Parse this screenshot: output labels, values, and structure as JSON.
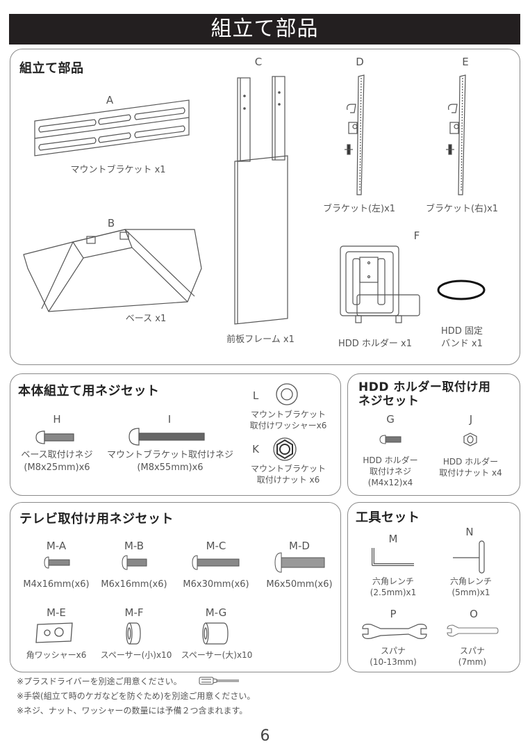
{
  "page": {
    "title": "組立て部品",
    "page_number": "6"
  },
  "parts_panel": {
    "title": "組立て部品",
    "items": [
      {
        "letter": "A",
        "label": "マウントブラケット x1",
        "icon": "mount-bracket-icon"
      },
      {
        "letter": "B",
        "label": "ベース x1",
        "icon": "base-icon"
      },
      {
        "letter": "C",
        "label": "前板フレーム x1",
        "icon": "front-frame-icon"
      },
      {
        "letter": "D",
        "label": "ブラケット(左)x1",
        "icon": "left-bracket-icon"
      },
      {
        "letter": "E",
        "label": "ブラケット(右)x1",
        "icon": "right-bracket-icon"
      },
      {
        "letter": "F",
        "label": "HDD ホルダー x1",
        "icon": "hdd-holder-icon"
      },
      {
        "letter": "",
        "label_line1": "HDD 固定",
        "label_line2": "バンド x1",
        "icon": "hdd-band-icon"
      }
    ]
  },
  "body_screws_panel": {
    "title": "本体組立て用ネジセット",
    "items": [
      {
        "letter": "H",
        "label_line1": "ベース取付けネジ",
        "label_line2": "(M8x25mm)x6",
        "icon": "screw-icon"
      },
      {
        "letter": "I",
        "label_line1": "マウントブラケット取付けネジ",
        "label_line2": "(M8x55mm)x6",
        "icon": "long-screw-icon"
      },
      {
        "letter": "L",
        "label_line1": "マウントブラケット",
        "label_line2": "取付けワッシャーx6",
        "icon": "washer-icon"
      },
      {
        "letter": "K",
        "label_line1": "マウントブラケット",
        "label_line2": "取付けナット x6",
        "icon": "nut-icon"
      }
    ]
  },
  "hdd_screws_panel": {
    "title_line1": "HDD ホルダー取付け用",
    "title_line2": "ネジセット",
    "items": [
      {
        "letter": "G",
        "label_line1": "HDD ホルダー",
        "label_line2": "取付けネジ",
        "label_line3": "(M4x12)x4",
        "icon": "small-screw-icon"
      },
      {
        "letter": "J",
        "label_line1": "HDD ホルダー",
        "label_line2": "取付けナット x4",
        "icon": "small-nut-icon"
      }
    ]
  },
  "tv_screws_panel": {
    "title": "テレビ取付け用ネジセット",
    "items": [
      {
        "letter": "M-A",
        "label": "M4x16mm(x6)",
        "icon": "screw-icon"
      },
      {
        "letter": "M-B",
        "label": "M6x16mm(x6)",
        "icon": "screw-icon"
      },
      {
        "letter": "M-C",
        "label": "M6x30mm(x6)",
        "icon": "screw-icon"
      },
      {
        "letter": "M-D",
        "label": "M6x50mm(x6)",
        "icon": "screw-icon"
      },
      {
        "letter": "M-E",
        "label": "角ワッシャーx6",
        "icon": "square-washer-icon"
      },
      {
        "letter": "M-F",
        "label": "スペーサー(小)x10",
        "icon": "small-spacer-icon"
      },
      {
        "letter": "M-G",
        "label": "スペーサー(大)x10",
        "icon": "large-spacer-icon"
      }
    ]
  },
  "tools_panel": {
    "title": "工具セット",
    "items": [
      {
        "letter": "M",
        "label_line1": "六角レンチ",
        "label_line2": "(2.5mm)x1",
        "icon": "l-hex-wrench-icon"
      },
      {
        "letter": "N",
        "label_line1": "六角レンチ",
        "label_line2": "(5mm)x1",
        "icon": "t-hex-wrench-icon"
      },
      {
        "letter": "P",
        "label_line1": "スパナ",
        "label_line2": "(10-13mm)",
        "icon": "double-spanner-icon"
      },
      {
        "letter": "O",
        "label_line1": "スパナ",
        "label_line2": "(7mm)",
        "icon": "spanner-icon"
      }
    ]
  },
  "notes": [
    "※プラスドライバーを別途ご用意ください。",
    "※手袋(組立て時のケガなどを防ぐため)を別途ご用意ください。",
    "※ネジ、ナット、ワッシャーの数量には予備２つ含まれます。"
  ]
}
